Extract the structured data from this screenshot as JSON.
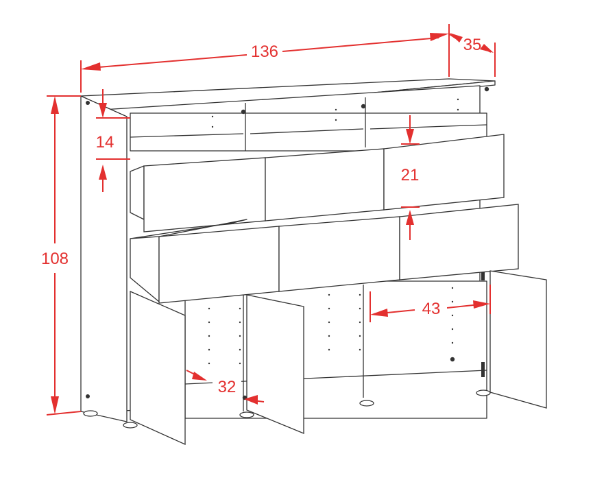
{
  "colors": {
    "dimension": "#e3302f",
    "outline": "#333333",
    "background": "#ffffff"
  },
  "dimensions": {
    "width": "136",
    "depth": "35",
    "height": "108",
    "top_shelf_gap": "14",
    "drawer_height": "21",
    "door_width": "43",
    "side_gap": "32"
  }
}
